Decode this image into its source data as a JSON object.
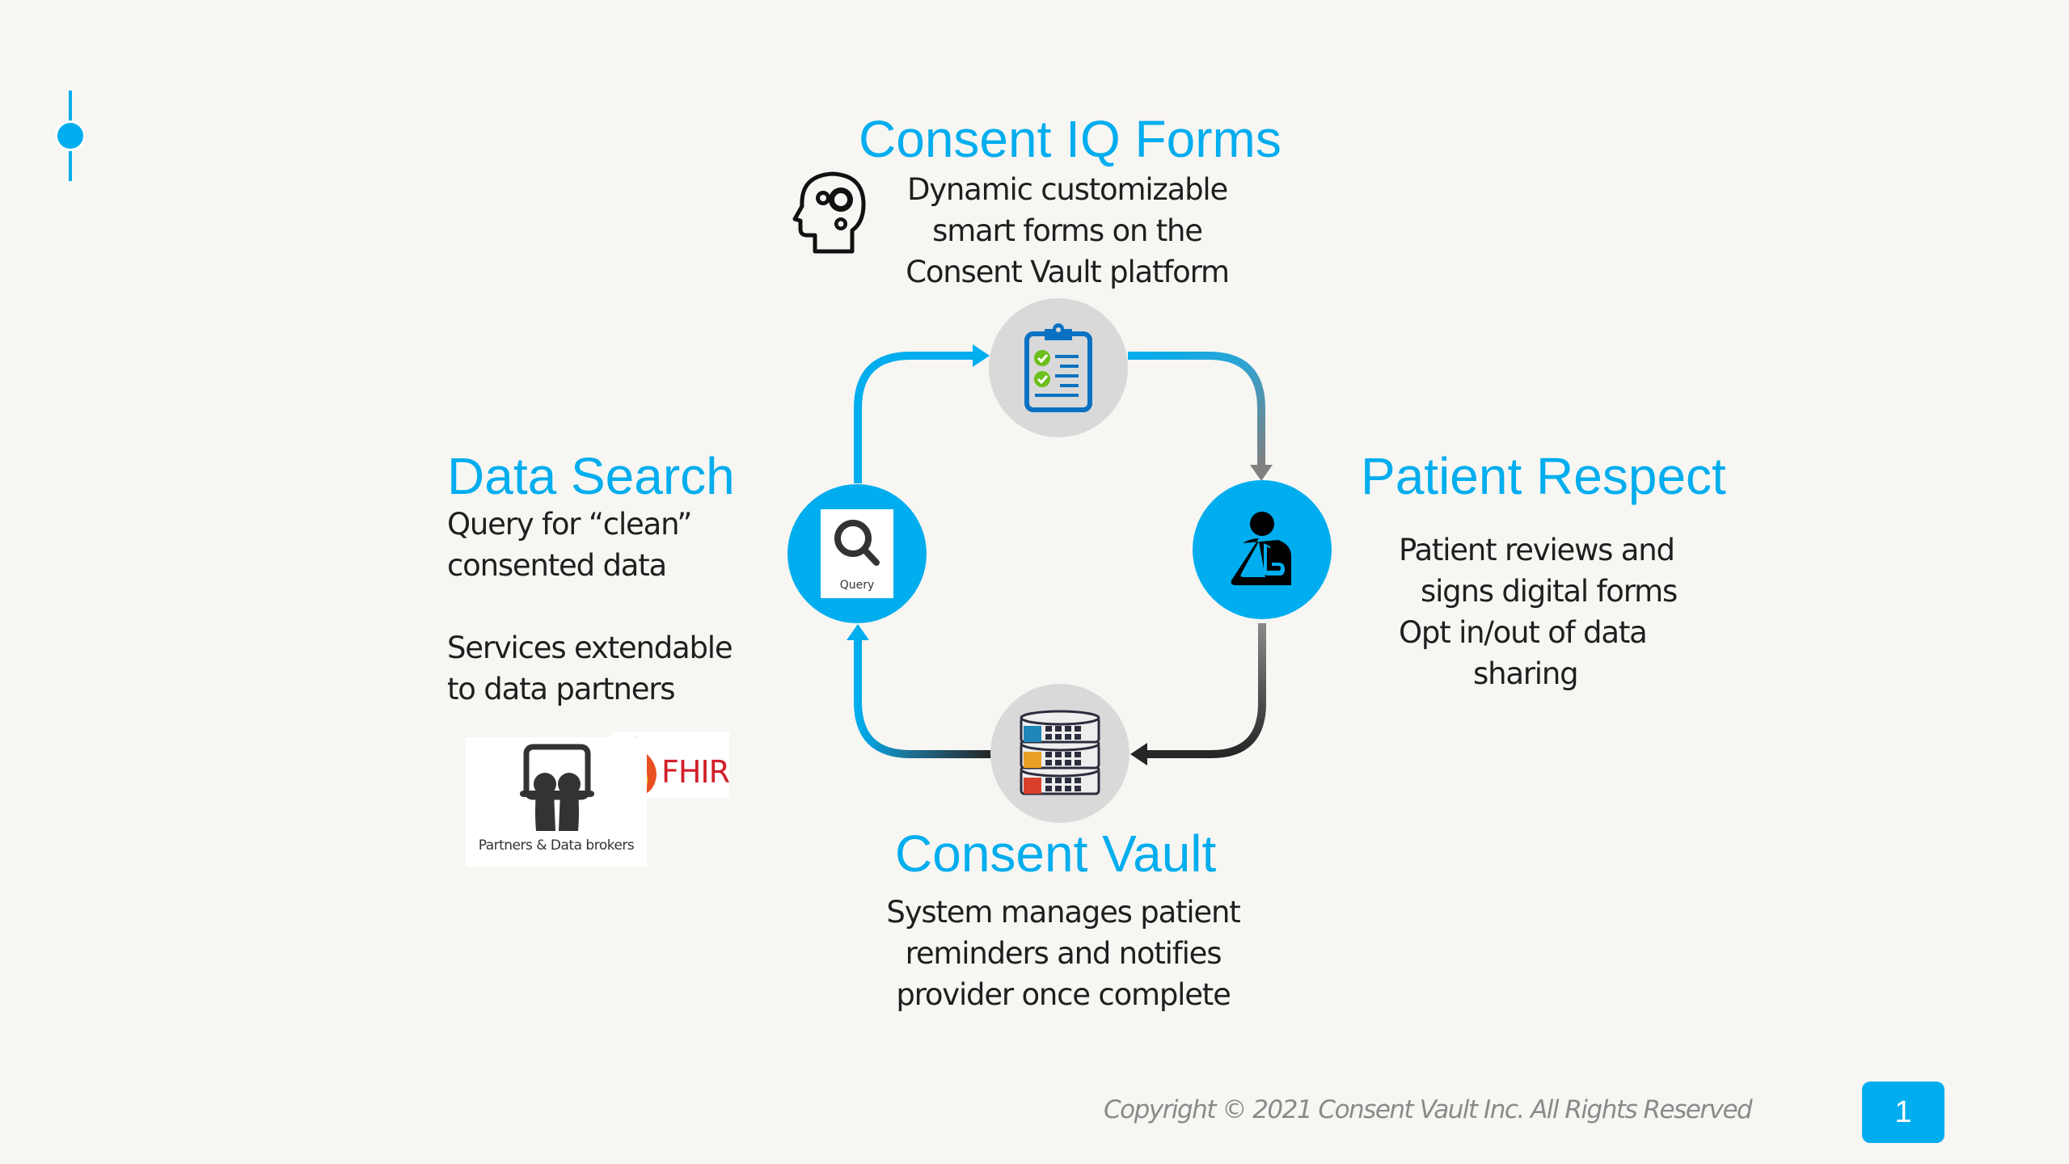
{
  "slide": {
    "page_number": "1",
    "footer": "Copyright © 2021 Consent Vault Inc. All Rights Reserved",
    "accent_color": "#00adee"
  },
  "sections": {
    "forms": {
      "title": "Consent IQ Forms",
      "lines": [
        "Dynamic customizable",
        "smart forms on the",
        "Consent Vault platform"
      ],
      "icon": "brain-gears-icon",
      "node_icon": "clipboard-checklist-icon"
    },
    "respect": {
      "title": "Patient Respect",
      "lines": [
        "Patient reviews and",
        "signs digital forms",
        "Opt in/out of data",
        "sharing"
      ],
      "node_icon": "patient-arm-sling-icon"
    },
    "vault": {
      "title": "Consent Vault",
      "lines": [
        "System manages patient",
        "reminders and notifies",
        "provider once complete"
      ],
      "node_icon": "database-servers-icon"
    },
    "search": {
      "title": "Data Search",
      "lines": [
        "Query for “clean”",
        "consented data",
        "Services extendable",
        "to data partners"
      ],
      "node_icon": "magnifier-query-icon",
      "node_label": "Query"
    }
  },
  "logos": {
    "partners_caption": "Partners & Data brokers",
    "fhir_label": "FHIR"
  }
}
